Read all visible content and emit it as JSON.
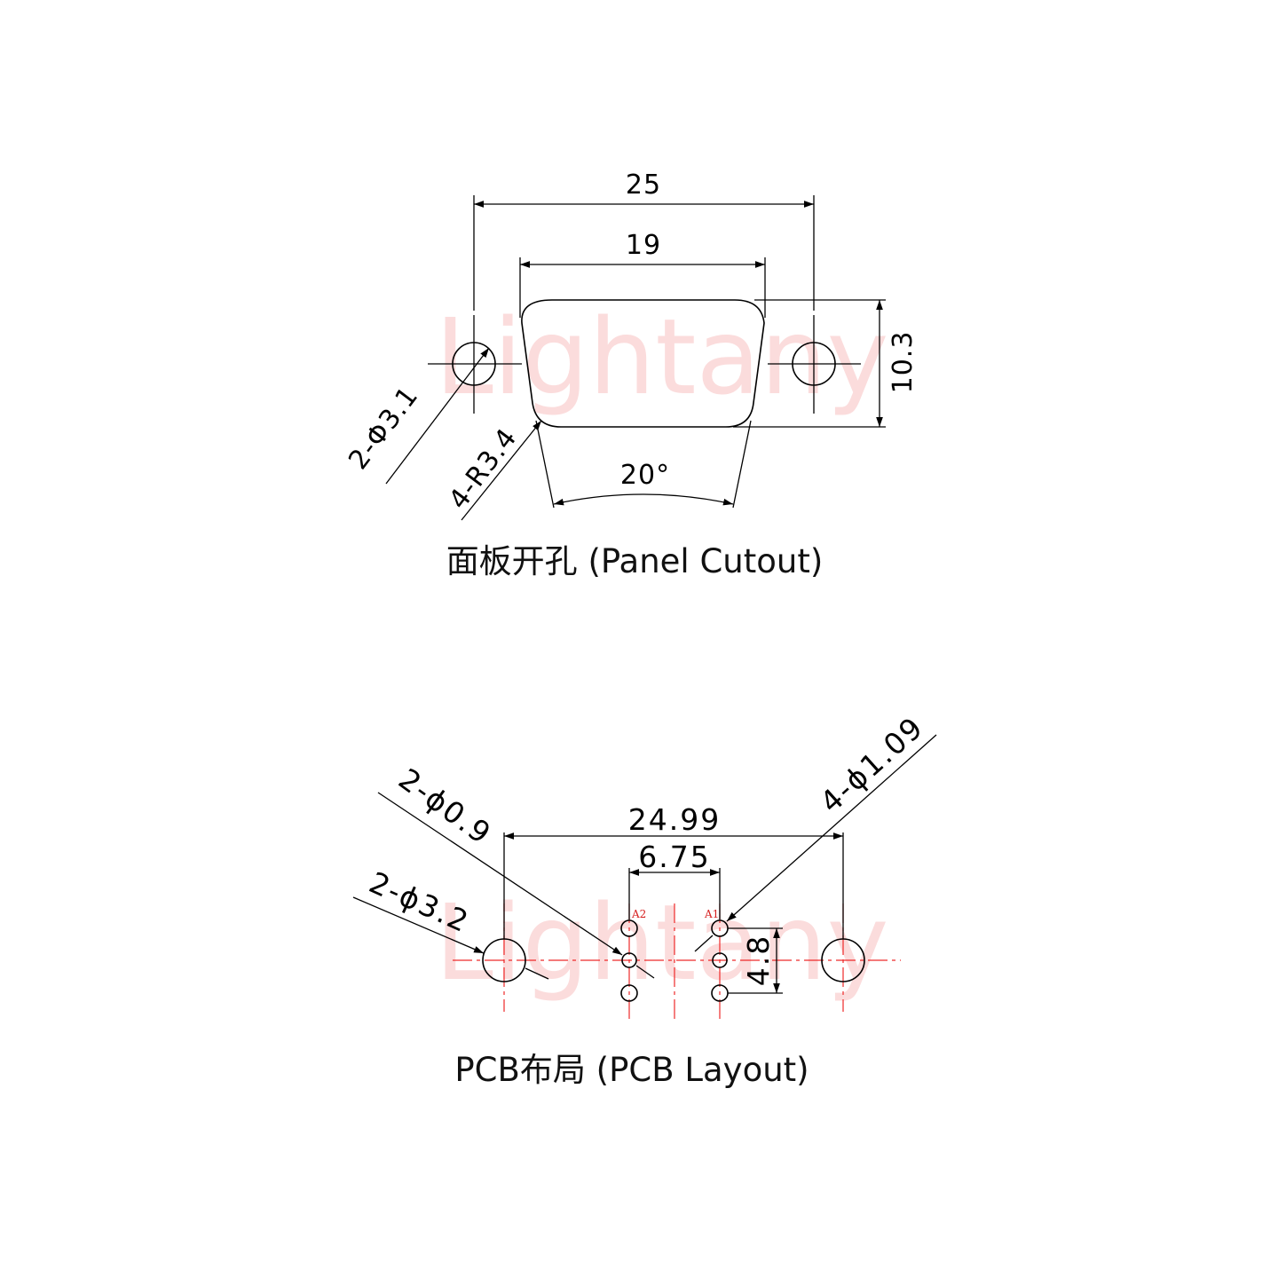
{
  "watermark": "Lightany",
  "panel": {
    "caption": "面板开孔 (Panel Cutout)",
    "dim_overall_width": "25",
    "dim_cutout_width": "19",
    "dim_height": "10.3",
    "dim_mount_holes": "2-Φ3.1",
    "dim_corner_radius": "4-R3.4",
    "dim_angle": "20°"
  },
  "pcb": {
    "caption": "PCB布局 (PCB Layout)",
    "dim_mount_span": "24.99",
    "dim_pin_row_span": "6.75",
    "dim_pin_pitch": "4.8",
    "dim_signal_holes": "4-ϕ1.09",
    "dim_small_holes": "2-ϕ0.9",
    "dim_mount_holes": "2-ϕ3.2",
    "pin_label_a2": "A2",
    "pin_label_a1": "A1"
  },
  "colors": {
    "line": "#000000",
    "centerline": "#ee2a2a",
    "watermark": "#fbdcdc",
    "pin_label": "#d62020"
  }
}
